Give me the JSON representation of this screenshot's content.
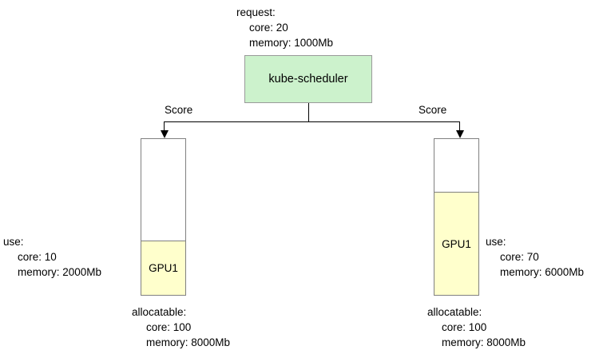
{
  "diagram": {
    "request": {
      "header": "request:",
      "core": "core: 20",
      "memory": "memory: 1000Mb"
    },
    "scheduler": {
      "label": "kube-scheduler",
      "fill_color": "#ccf2cc",
      "border_color": "#9a9a9a"
    },
    "edges": {
      "left_label": "Score",
      "right_label": "Score"
    },
    "nodes": [
      {
        "id": "left",
        "gpu_label": "GPU1",
        "fill_color": "#ffffcc",
        "border_color": "#808080",
        "use": {
          "header": "use:",
          "core": "core: 10",
          "memory": "memory: 2000Mb"
        },
        "allocatable": {
          "header": "allocatable:",
          "core": "core: 100",
          "memory": "memory: 8000Mb"
        }
      },
      {
        "id": "right",
        "gpu_label": "GPU1",
        "fill_color": "#ffffcc",
        "border_color": "#808080",
        "use": {
          "header": "use:",
          "core": "core: 70",
          "memory": "memory: 6000Mb"
        },
        "allocatable": {
          "header": "allocatable:",
          "core": "core: 100",
          "memory": "memory: 8000Mb"
        }
      }
    ]
  }
}
